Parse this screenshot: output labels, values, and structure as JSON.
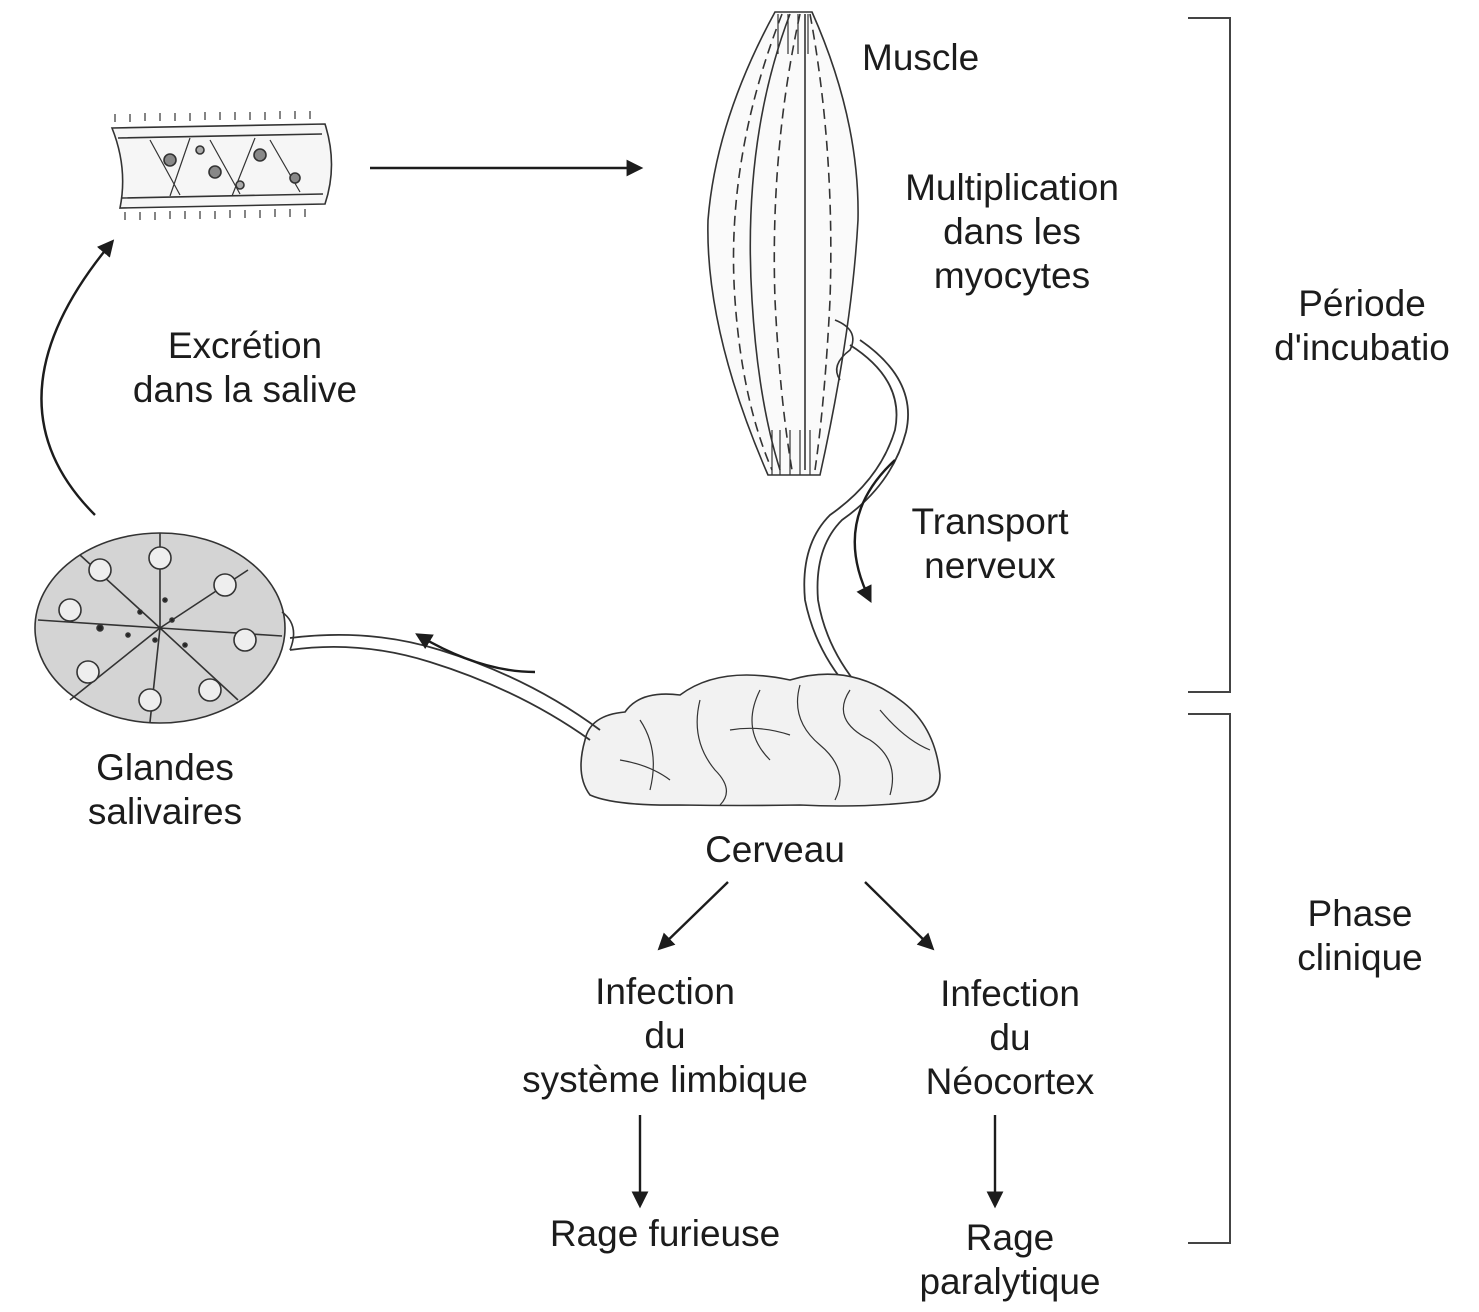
{
  "labels": {
    "muscle": "Muscle",
    "multiplication": [
      "Multiplication",
      "dans les",
      "myocytes"
    ],
    "transport": [
      "Transport",
      "nerveux"
    ],
    "excretion": [
      "Excrétion",
      "dans la salive"
    ],
    "glandes": [
      "Glandes",
      "salivaires"
    ],
    "cerveau": "Cerveau",
    "infection_limbique": [
      "Infection",
      "du",
      "système limbique"
    ],
    "infection_neocortex": [
      "Infection",
      "du",
      "Néocortex"
    ],
    "rage_furieuse": "Rage furieuse",
    "rage_paralytique": [
      "Rage",
      "paralytique"
    ],
    "periode_incubation": [
      "Période",
      "d'incubatio"
    ],
    "phase_clinique": [
      "Phase",
      "clinique"
    ]
  },
  "colors": {
    "ink": "#1c1c1c",
    "gland_fill": "#d4d4d4",
    "brain_fill": "#f2f2f2"
  }
}
